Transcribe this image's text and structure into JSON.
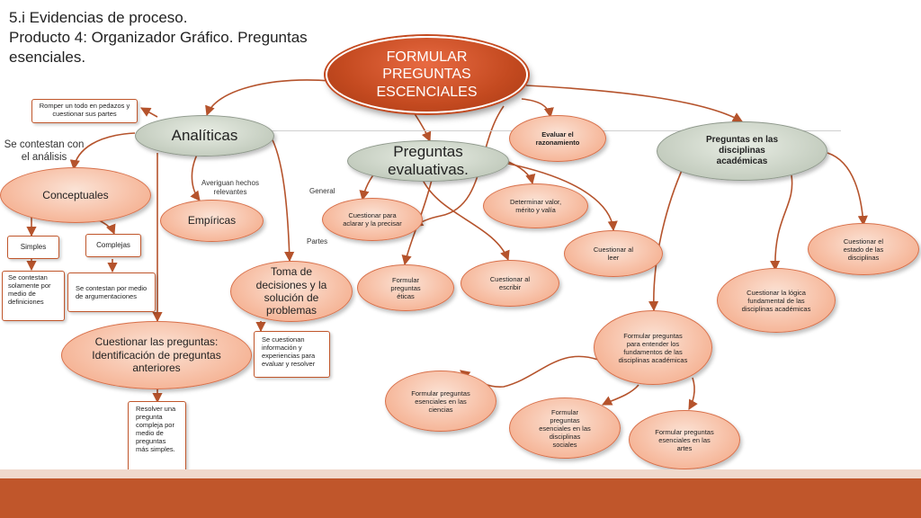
{
  "title": {
    "line1": "5.i Evidencias de proceso.",
    "line2": "Producto 4: Organizador Gráfico. Preguntas esenciales."
  },
  "nodes": {
    "main": "FORMULAR PREGUNTAS ESCENCIALES",
    "analiticas": "Analíticas",
    "romper": "Romper un todo en pedazos y cuestionar sus partes",
    "se_contestan": "Se contestan con el análisis",
    "conceptuales": "Conceptuales",
    "simples": "Simples",
    "complejas": "Complejas",
    "def_simples": "Se contestan solamente por medio de definiciones",
    "def_complejas": "Se contestan por medio de argumentaciones",
    "averiguan": "Averiguan hechos relevantes",
    "empiricas": "Empíricas",
    "cuestionar_preguntas": "Cuestionar las preguntas: Identificación de preguntas anteriores",
    "resolver": "Resolver una pregunta compleja por medio de preguntas más simples.",
    "toma": "Toma de decisiones y la solución de problemas",
    "se_cuestionan": "Se cuestionan información y experiencias para evaluar y resolver",
    "evaluativas": "Preguntas evaluativas.",
    "general": "General",
    "partes": "Partes",
    "cuestionar_aclarar": "Cuestionar para aclarar y la precisar",
    "formular_eticas": "Formular preguntas éticas",
    "cuestionar_escribir": "Cuestionar al escribir",
    "determinar": "Determinar valor, mérito y valía",
    "cuestionar_leer": "Cuestionar al leer",
    "evaluar_razonamiento": "Evaluar el razonamiento",
    "disciplinas": "Preguntas en las disciplinas académicas",
    "cuestionar_estado": "Cuestionar el estado de las disciplinas",
    "cuestionar_logica": "Cuestionar la lógica fundamental de las disciplinas académicas",
    "fundamentos": "Formular preguntas para entender los fundamentos de las disciplinas académicas",
    "ciencias": "Formular preguntas esenciales en las ciencias",
    "sociales": "Formular preguntas esenciales en las disciplinas sociales",
    "artes": "Formular preguntas esenciales en las artes"
  },
  "colors": {
    "accent": "#c0562b",
    "salmon": "#f6b79a",
    "grey": "#c2cbbd",
    "line": "#b5532c"
  }
}
